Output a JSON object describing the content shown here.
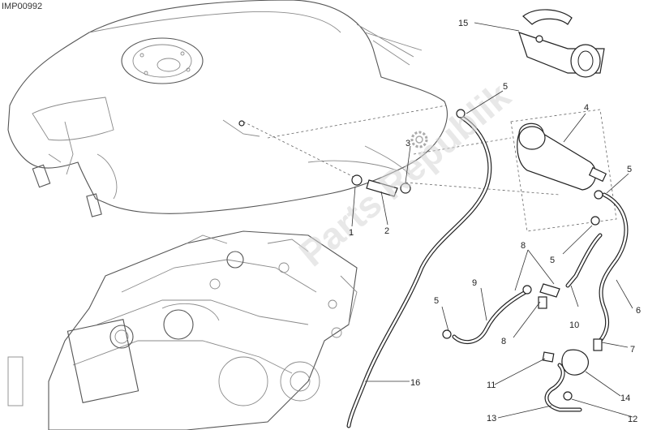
{
  "reference_code": "IMP00992",
  "watermark_text": "Parts Republik",
  "callouts": [
    {
      "id": "c1",
      "label": "1"
    },
    {
      "id": "c2",
      "label": "2"
    },
    {
      "id": "c3",
      "label": "3"
    },
    {
      "id": "c4",
      "label": "4"
    },
    {
      "id": "c5a",
      "label": "5"
    },
    {
      "id": "c5b",
      "label": "5"
    },
    {
      "id": "c5c",
      "label": "5"
    },
    {
      "id": "c5d",
      "label": "5"
    },
    {
      "id": "c6",
      "label": "6"
    },
    {
      "id": "c7",
      "label": "7"
    },
    {
      "id": "c8a",
      "label": "8"
    },
    {
      "id": "c8b",
      "label": "8"
    },
    {
      "id": "c9",
      "label": "9"
    },
    {
      "id": "c10",
      "label": "10"
    },
    {
      "id": "c11",
      "label": "11"
    },
    {
      "id": "c12",
      "label": "12"
    },
    {
      "id": "c13",
      "label": "13"
    },
    {
      "id": "c14",
      "label": "14"
    },
    {
      "id": "c15",
      "label": "15"
    },
    {
      "id": "c16",
      "label": "16"
    }
  ],
  "colors": {
    "line": "#222222",
    "outline": "#555555",
    "watermark": "#d6d6d6"
  }
}
